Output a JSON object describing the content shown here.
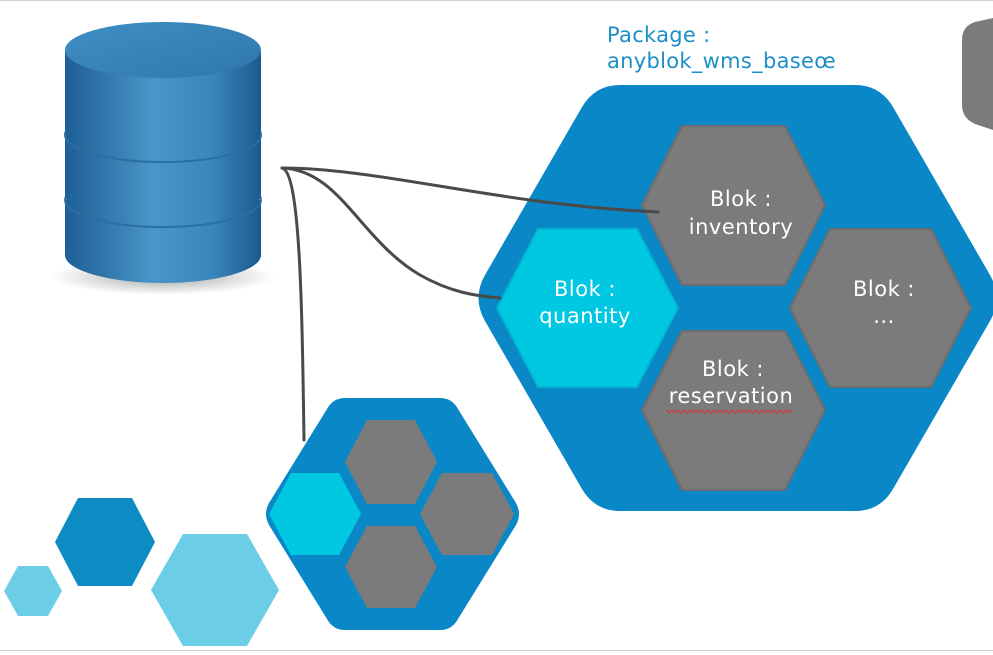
{
  "package": {
    "line1": "Package :",
    "line2": "anyblok_wms_baseœ"
  },
  "bloks": {
    "inventory": {
      "line1": "Blok :",
      "line2": "inventory"
    },
    "quantity": {
      "line1": "Blok :",
      "line2": "quantity"
    },
    "other": {
      "line1": "Blok :",
      "line2": "..."
    },
    "reservation": {
      "line1": "Blok :",
      "line2": "reservation"
    }
  },
  "colors": {
    "package_blue": "#0a87c7",
    "blok_gray": "#7b7b7b",
    "blok_cyan": "#00c8e3",
    "light_blue": "#6ccde6",
    "mid_blue": "#0d8bc3",
    "database_blue": "#3b7fb5",
    "connector": "#4a4a4a",
    "label_blue": "#1b8fc6"
  }
}
